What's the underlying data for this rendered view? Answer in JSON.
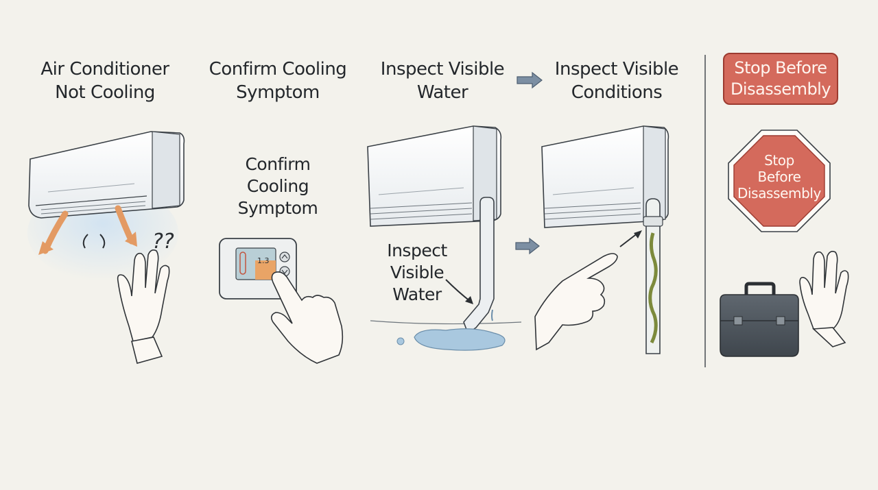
{
  "steps": [
    {
      "heading": "Air Conditioner\nNot Cooling"
    },
    {
      "heading": "Confirm Cooling\nSymptom",
      "callout": "Confirm\nCooling\nSymptom"
    },
    {
      "heading": "Inspect Visible\nWater",
      "callout": "Inspect\nVisible\nWater"
    },
    {
      "heading": "Inspect Visible\nConditions"
    }
  ],
  "stop": {
    "badge": "Stop Before\nDisassembly",
    "sign": "Stop\nBefore\nDisassembly"
  },
  "confusion_marks": "??",
  "thermostat_reading": "1.3",
  "colors": {
    "background": "#f3f2ec",
    "ink": "#2b2f33",
    "airflow_arrow": "#e39a63",
    "stop_red": "#d46a5c",
    "water_blue": "#a9c8df",
    "flow_arrow": "#7c8fa3"
  },
  "icons": [
    "air-conditioner-icon",
    "thermostat-icon",
    "drain-pipe-icon",
    "water-puddle-icon",
    "pointing-hand-icon",
    "stop-sign-icon",
    "toolbox-icon",
    "raised-hand-icon"
  ]
}
